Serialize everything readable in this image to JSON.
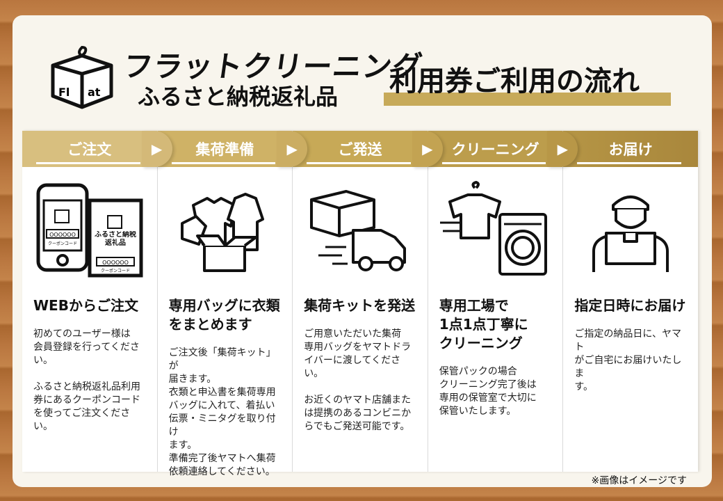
{
  "brand": {
    "name": "フラットクリーニング",
    "subtitle": "ふるさと納税返礼品",
    "logo_text": "Fl at"
  },
  "title": "利用券ご利用の流れ",
  "colors": {
    "gold_light": "#d8bf7f",
    "gold_dark": "#a9873c",
    "wood": "#b9763f",
    "card": "#f8f5ed"
  },
  "steps": [
    {
      "label": "ご注文",
      "heading": "WEBからご注文",
      "text": "初めてのユーザー様は\n会員登録を行ってくださ\nい。\n\nふるさと納税返礼品利用\n券にあるクーポンコード\nを使ってご注文ください。",
      "icon": "phone-and-coupon-icon",
      "coupon_code": "OOOOOO",
      "coupon_label": "クーポンコード",
      "coupon_title": "ふるさと納税\n返礼品"
    },
    {
      "label": "集荷準備",
      "heading": "専用バッグに衣類\nをまとめます",
      "text": "ご注文後「集荷キット」が\n届きます。\n衣類と申込書を集荷専用\nバッグに入れて、着払い\n伝票・ミニタグを取り付け\nます。\n準備完了後ヤマトへ集荷\n依頼連絡してください。",
      "icon": "clothes-box-icon"
    },
    {
      "label": "ご発送",
      "heading": "集荷キットを発送",
      "text": "ご用意いただいた集荷\n専用バッグをヤマトドラ\nイバーに渡してください。\n\nお近くのヤマト店舗また\nは提携のあるコンビニか\nらでもご発送可能です。",
      "icon": "delivery-truck-icon"
    },
    {
      "label": "クリーニング",
      "heading": "専用工場で\n1点1点丁寧に\nクリーニング",
      "text": "保管パックの場合\nクリーニング完了後は\n専用の保管室で大切に\n保管いたします。",
      "icon": "washing-machine-icon"
    },
    {
      "label": "お届け",
      "heading": "指定日時にお届け",
      "text": "ご指定の納品日に、ヤマト\nがご自宅にお届けいたしま\nす。",
      "icon": "delivery-person-icon"
    }
  ],
  "arrow": "▶",
  "note": "※画像はイメージです"
}
